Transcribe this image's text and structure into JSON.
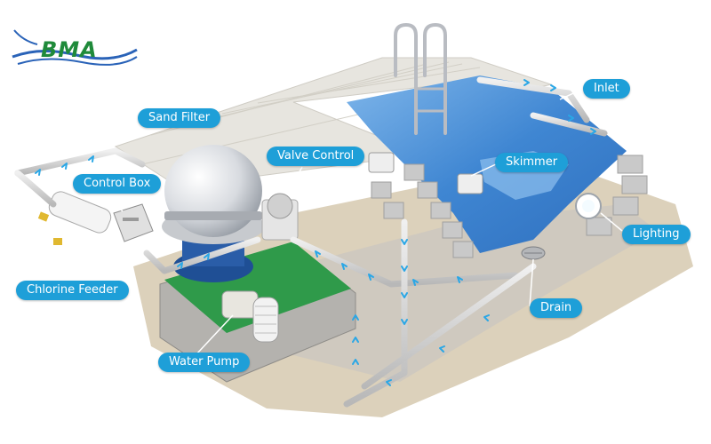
{
  "brand": {
    "logo_text": "BMA",
    "logo_color": "#1f8a3a",
    "wave_color": "#2a63b8"
  },
  "colors": {
    "callout_bg": "#1e9fd8",
    "callout_text": "#ffffff",
    "water": "#4a8fd6",
    "arrow": "#2aa7e6",
    "deck": "#e6e4de",
    "ground": "#d7cbb3",
    "concrete": "#bdbdbd",
    "pump_base": "#2f9a4a"
  },
  "labels": {
    "inlet": "Inlet",
    "sand_filter": "Sand Filter",
    "valve_control": "Valve Control",
    "skimmer": "Skimmer",
    "control_box": "Control Box",
    "lighting": "Lighting",
    "chlorine_feeder": "Chlorine Feeder",
    "drain": "Drain",
    "water_pump": "Water Pump"
  }
}
